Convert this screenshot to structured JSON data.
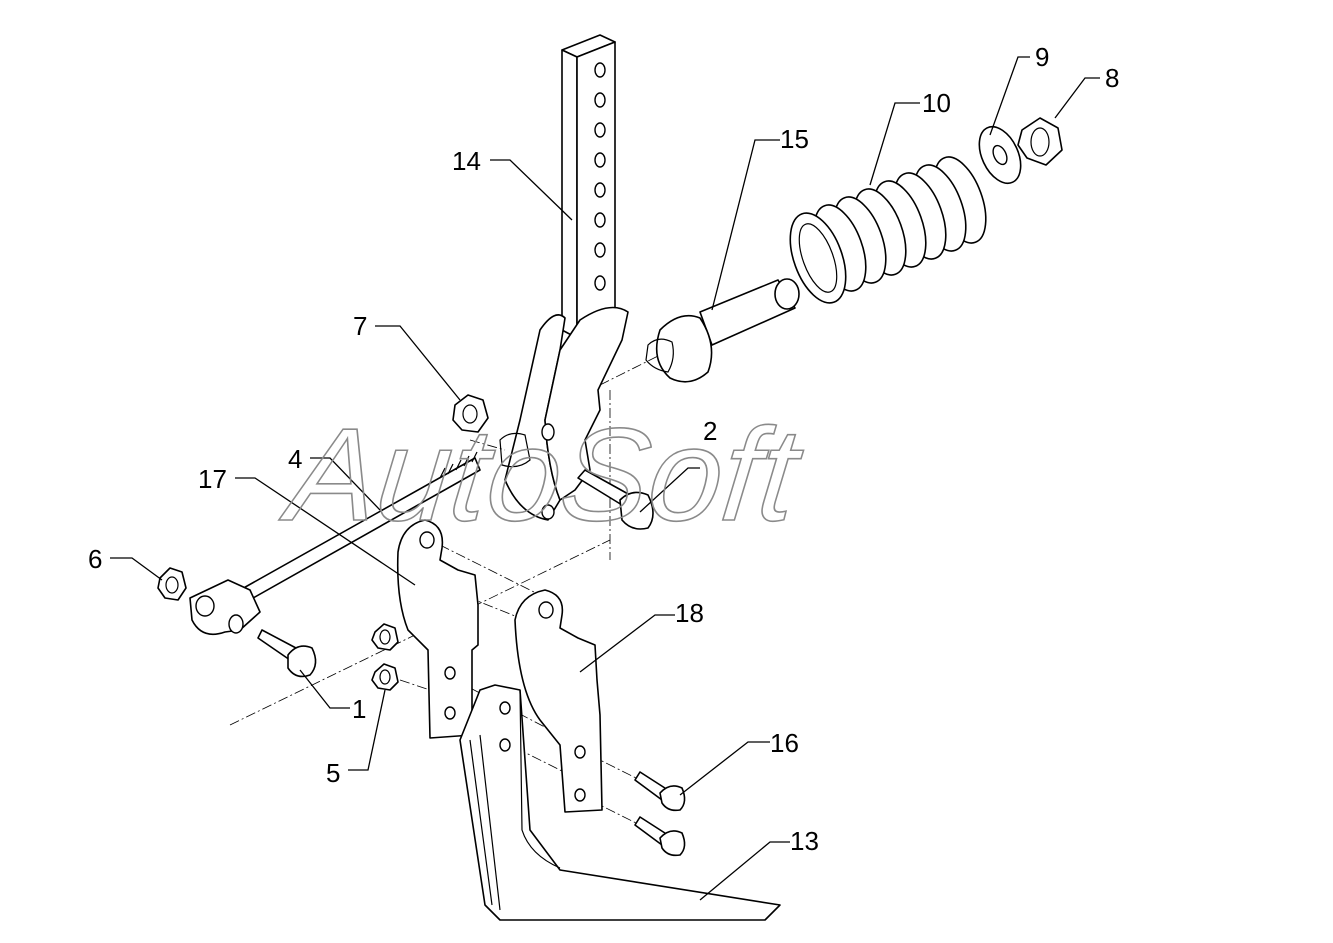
{
  "watermark": "AutoSoft",
  "callouts": [
    {
      "id": "1",
      "label": "1"
    },
    {
      "id": "2",
      "label": "2"
    },
    {
      "id": "4",
      "label": "4"
    },
    {
      "id": "5",
      "label": "5"
    },
    {
      "id": "6",
      "label": "6"
    },
    {
      "id": "7",
      "label": "7"
    },
    {
      "id": "8",
      "label": "8"
    },
    {
      "id": "9",
      "label": "9"
    },
    {
      "id": "10",
      "label": "10"
    },
    {
      "id": "13",
      "label": "13"
    },
    {
      "id": "14",
      "label": "14"
    },
    {
      "id": "15",
      "label": "15"
    },
    {
      "id": "16",
      "label": "16"
    },
    {
      "id": "17",
      "label": "17"
    },
    {
      "id": "18",
      "label": "18"
    }
  ]
}
